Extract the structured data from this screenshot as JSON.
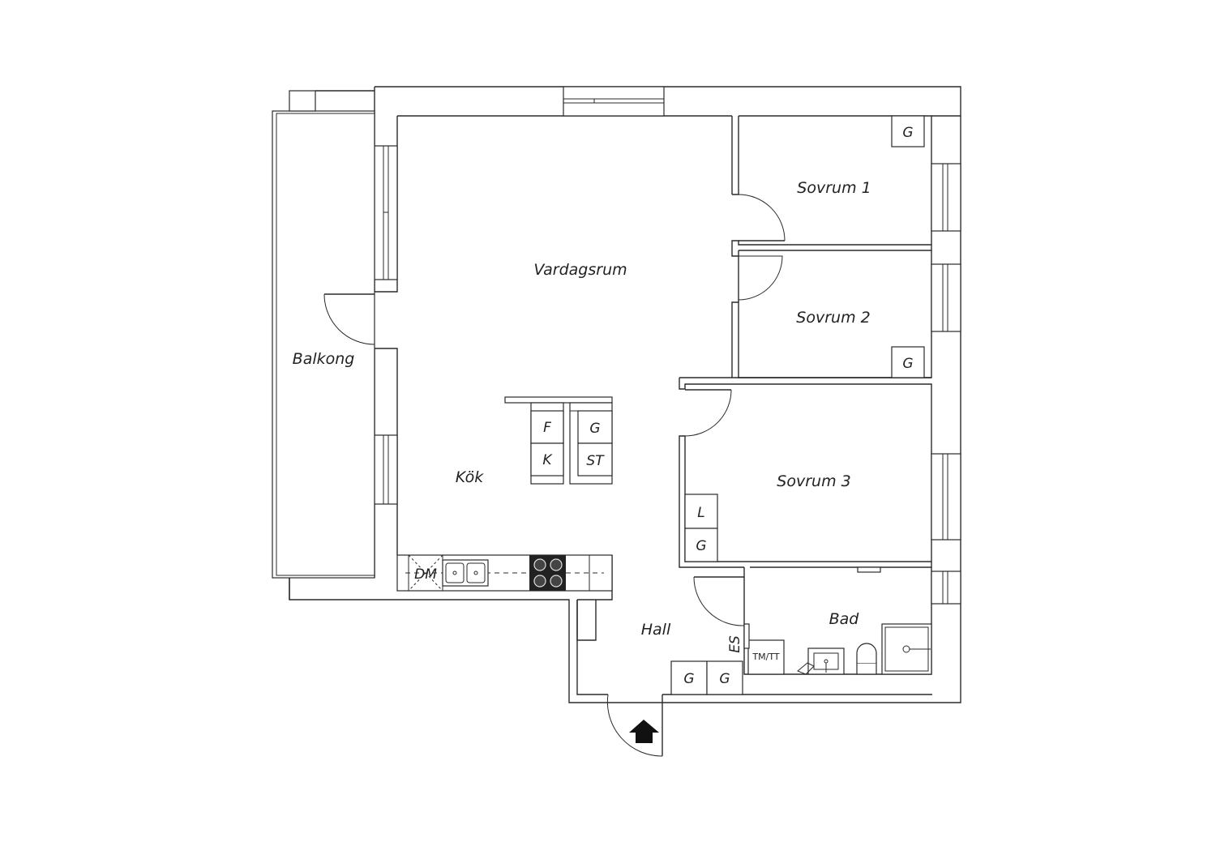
{
  "rooms": {
    "vardagsrum": "Vardagsrum",
    "kok": "Kök",
    "balkong": "Balkong",
    "sovrum1": "Sovrum 1",
    "sovrum2": "Sovrum 2",
    "sovrum3": "Sovrum 3",
    "hall": "Hall",
    "bad": "Bad"
  },
  "fixtures": {
    "g": "G",
    "f": "F",
    "k": "K",
    "st": "ST",
    "l": "L",
    "dm": "DM",
    "es": "ES",
    "tm_tt": "TM/TT"
  },
  "icons": {
    "entrance": "entrance-arrow-icon"
  },
  "colors": {
    "line": "#2a2a2a",
    "background": "#ffffff"
  }
}
